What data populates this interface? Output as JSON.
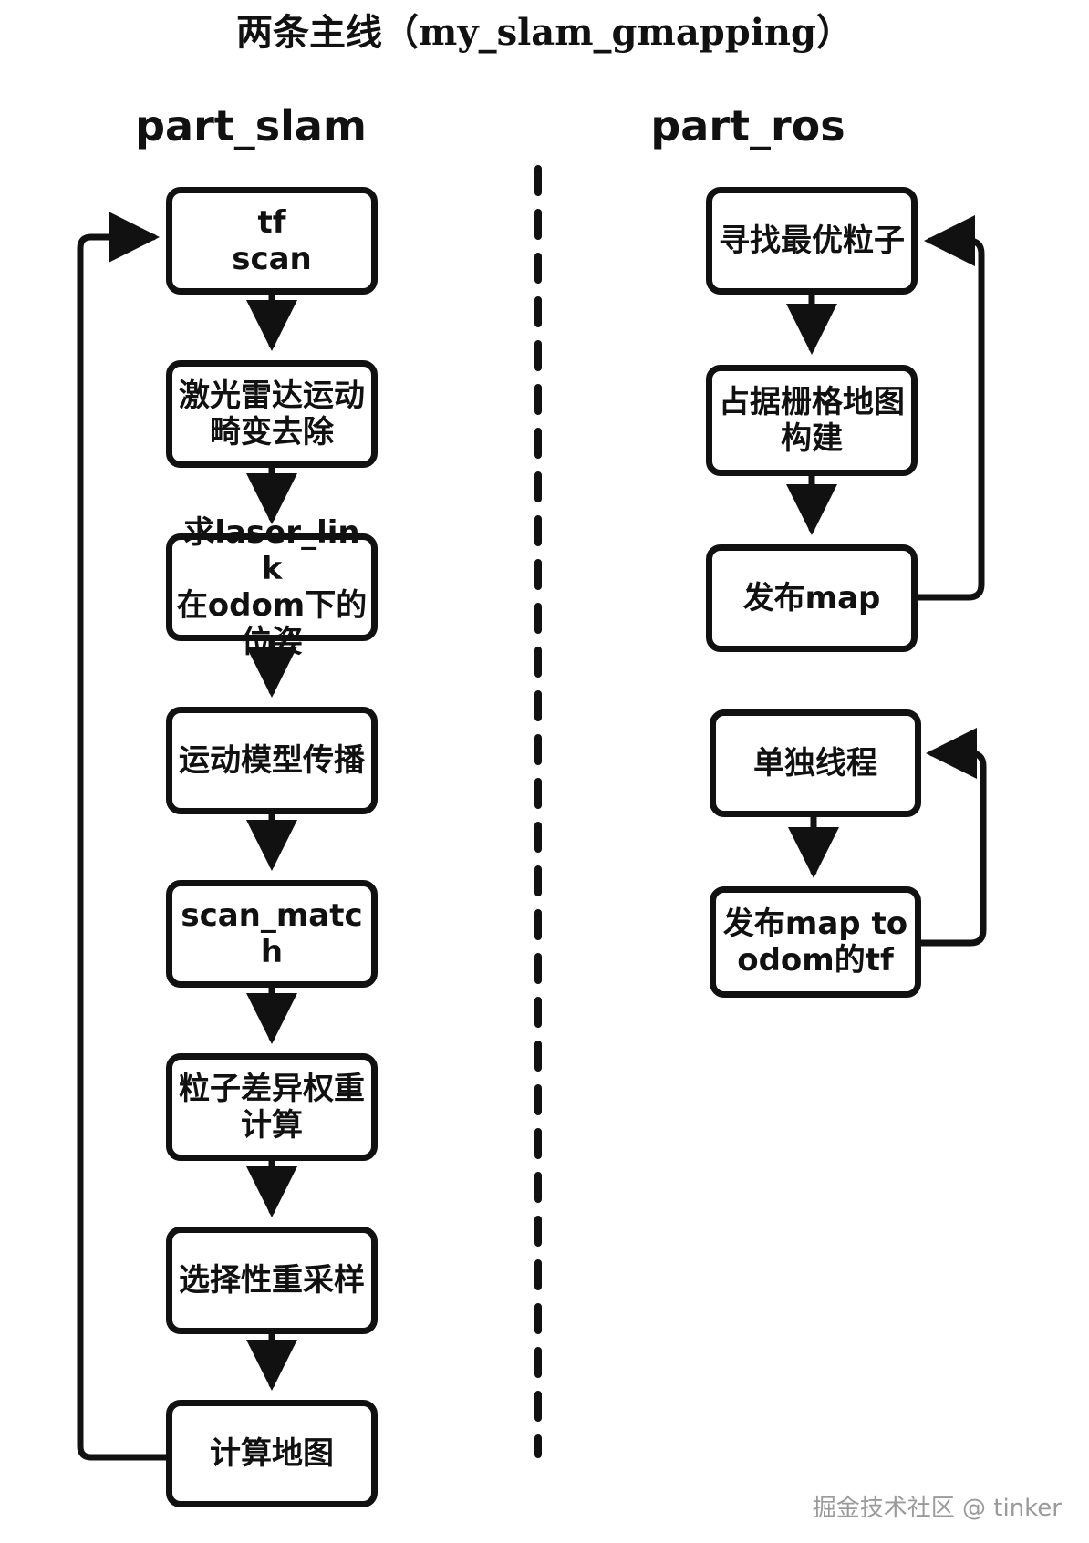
{
  "title": "两条主线（my_slam_gmapping）",
  "part_slam": {
    "heading": "part_slam",
    "nodes": [
      "tf\nscan",
      "激光雷达运动\n畸变去除",
      "求laser_link\n在odom下的\n位姿",
      "运动模型传播",
      "scan_match",
      "粒子差异权重\n计算",
      "选择性重采样",
      "计算地图"
    ]
  },
  "part_ros": {
    "heading": "part_ros",
    "nodes": [
      "寻找最优粒子",
      "占据栅格地图\n构建",
      "发布map",
      "单独线程",
      "发布map to\nodom的tf"
    ]
  },
  "footer": "掘金技术社区 @ tinker"
}
